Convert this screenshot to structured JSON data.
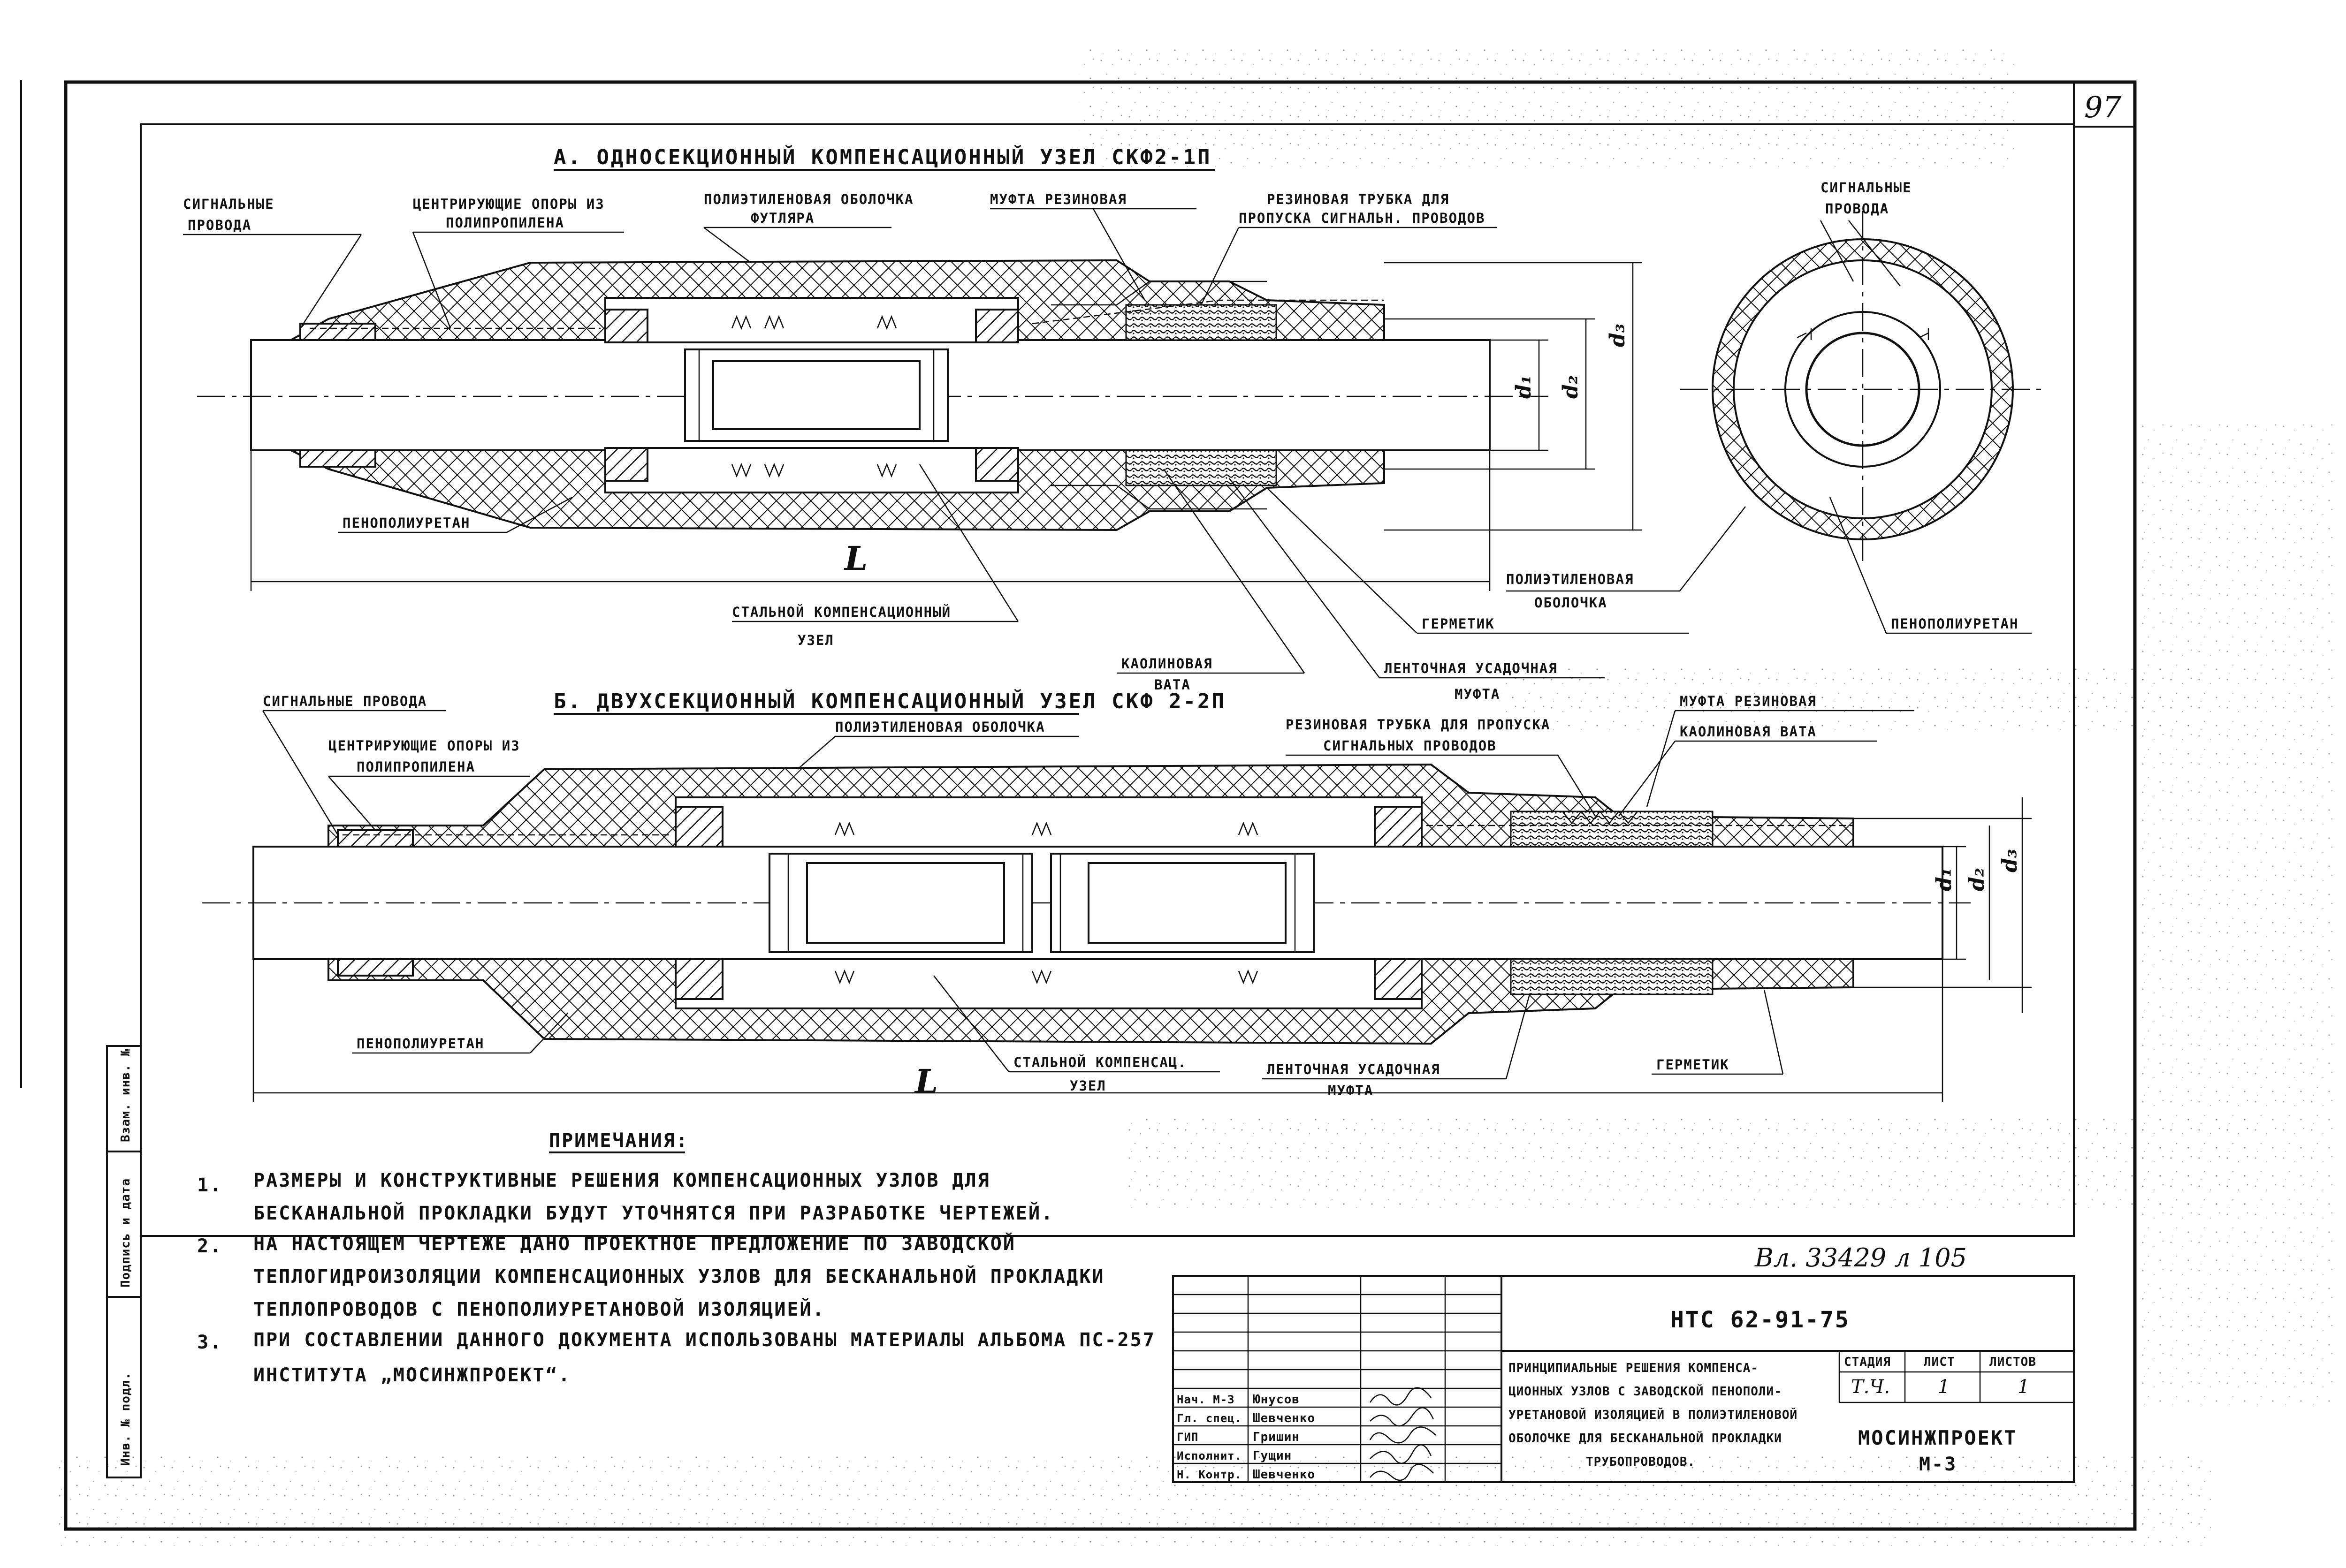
{
  "sheet": {
    "page_number": "97",
    "stamp_text": "Вл. 33429 л 105",
    "side_stamp": [
      "Инв. № подл.",
      "Подпись и дата",
      "Взам. инв. №"
    ]
  },
  "section_a": {
    "title": "А. ОДНОСЕКЦИОННЫЙ КОМПЕНСАЦИОННЫЙ УЗЕЛ СКФ2-1П",
    "labels": {
      "signal_wires": [
        "СИГНАЛЬНЫЕ",
        "ПРОВОДА"
      ],
      "centering_supports": [
        "ЦЕНТРИРУЮЩИЕ ОПОРЫ ИЗ",
        "ПОЛИПРОПИЛЕНА"
      ],
      "pe_shell": [
        "ПОЛИЭТИЛЕНОВАЯ ОБОЛОЧКА",
        "ФУТЛЯРА"
      ],
      "rubber_coupling": "МУФТА РЕЗИНОВАЯ",
      "rubber_tube": [
        "РЕЗИНОВАЯ ТРУБКА ДЛЯ",
        "ПРОПУСКА СИГНАЛЬН. ПРОВОДОВ"
      ],
      "ppu": "ПЕНОПОЛИУРЕТАН",
      "steel_node": [
        "СТАЛЬНОЙ КОМПЕНСАЦИОННЫЙ",
        "УЗЕЛ"
      ],
      "kaolin_wool": [
        "КАОЛИНОВАЯ",
        "ВАТА"
      ],
      "tape_sleeve": [
        "ЛЕНТОЧНАЯ УСАДОЧНАЯ",
        "МУФТА"
      ],
      "sealant": "ГЕРМЕТИК",
      "length": "L",
      "d1": "d₁",
      "d2": "d₂",
      "d3": "d₃"
    },
    "cross_section": {
      "signal_wires": [
        "СИГНАЛЬНЫЕ",
        "ПРОВОДА"
      ],
      "pe_shell": [
        "ПОЛИЭТИЛЕНОВАЯ",
        "ОБОЛОЧКА"
      ],
      "ppu": "ПЕНОПОЛИУРЕТАН"
    }
  },
  "section_b": {
    "title": "Б. ДВУХСЕКЦИОННЫЙ КОМПЕНСАЦИОННЫЙ УЗЕЛ СКФ 2-2П",
    "labels": {
      "signal_wires": "СИГНАЛЬНЫЕ ПРОВОДА",
      "centering_supports": [
        "ЦЕНТРИРУЮЩИЕ ОПОРЫ ИЗ",
        "ПОЛИПРОПИЛЕНА"
      ],
      "pe_shell": "ПОЛИЭТИЛЕНОВАЯ ОБОЛОЧКА",
      "rubber_tube": [
        "РЕЗИНОВАЯ ТРУБКА ДЛЯ ПРОПУСКА",
        "СИГНАЛЬНЫХ ПРОВОДОВ"
      ],
      "rubber_coupling": "МУФТА РЕЗИНОВАЯ",
      "kaolin_wool": "КАОЛИНОВАЯ ВАТА",
      "ppu": "ПЕНОПОЛИУРЕТАН",
      "steel_node": [
        "СТАЛЬНОЙ КОМПЕНСАЦ.",
        "УЗЕЛ"
      ],
      "tape_sleeve": [
        "ЛЕНТОЧНАЯ УСАДОЧНАЯ",
        "МУФТА"
      ],
      "sealant": "ГЕРМЕТИК",
      "length": "L",
      "d1": "d₁",
      "d2": "d₂",
      "d3": "d₃"
    }
  },
  "notes": {
    "heading": "ПРИМЕЧАНИЯ:",
    "items": [
      {
        "num": "1.",
        "lines": [
          "РАЗМЕРЫ И КОНСТРУКТИВНЫЕ РЕШЕНИЯ КОМПЕНСАЦИОННЫХ УЗЛОВ ДЛЯ",
          "БЕСКАНАЛЬНОЙ ПРОКЛАДКИ БУДУТ УТОЧНЯТСЯ ПРИ РАЗРАБОТКЕ ЧЕРТЕЖЕЙ."
        ]
      },
      {
        "num": "2.",
        "lines": [
          "НА НАСТОЯЩЕМ ЧЕРТЕЖЕ ДАНО ПРОЕКТНОЕ ПРЕДЛОЖЕНИЕ ПО ЗАВОДСКОЙ",
          "ТЕПЛОГИДРОИЗОЛЯЦИИ КОМПЕНСАЦИОННЫХ УЗЛОВ ДЛЯ БЕСКАНАЛЬНОЙ ПРОКЛАДКИ",
          "ТЕПЛОПРОВОДОВ С ПЕНОПОЛИУРЕТАНОВОЙ ИЗОЛЯЦИЕЙ."
        ]
      },
      {
        "num": "3.",
        "lines": [
          "ПРИ СОСТАВЛЕНИИ ДАННОГО ДОКУМЕНТА ИСПОЛЬЗОВАНЫ МАТЕРИАЛЫ АЛЬБОМА ПС-257",
          "ИНСТИТУТА „МОСИНЖПРОЕКТ“."
        ]
      }
    ]
  },
  "title_block": {
    "doc_code": "НТС 62-91-75",
    "description": [
      "ПРИНЦИПИАЛЬНЫЕ РЕШЕНИЯ КОМПЕНСА-",
      "ЦИОННЫХ УЗЛОВ С ЗАВОДСКОЙ ПЕНОПОЛИ-",
      "УРЕТАНОВОЙ ИЗОЛЯЦИЕЙ В ПОЛИЭТИЛЕНОВОЙ",
      "ОБОЛОЧКЕ ДЛЯ БЕСКАНАЛЬНОЙ ПРОКЛАДКИ",
      "ТРУБОПРОВОДОВ."
    ],
    "headers": {
      "stage": "СТАДИЯ",
      "sheet": "ЛИСТ",
      "sheets": "ЛИСТОВ"
    },
    "values": {
      "stage": "Т.Ч.",
      "sheet": "1",
      "sheets": "1"
    },
    "organization": [
      "МОСИНЖПРОЕКТ",
      "М-3"
    ],
    "people": [
      {
        "role": "Нач. М-3",
        "name": "Юнусов"
      },
      {
        "role": "Гл. спец.",
        "name": "Шевченко"
      },
      {
        "role": "ГИП",
        "name": "Гришин"
      },
      {
        "role": "Исполнит.",
        "name": "Гущин"
      },
      {
        "role": "Н. Контр.",
        "name": "Шевченко"
      }
    ]
  }
}
